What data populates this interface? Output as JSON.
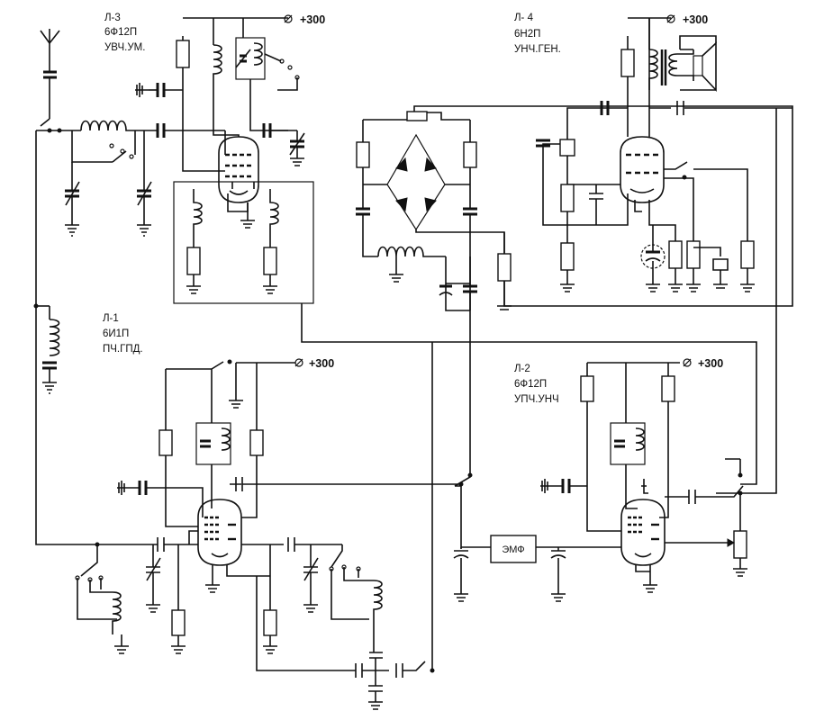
{
  "tubes": {
    "l3": {
      "name": "Л-3",
      "type": "6Ф12П",
      "role": "УВЧ.УМ."
    },
    "l4": {
      "name": "Л- 4",
      "type": "6Н2П",
      "role": "УНЧ.ГЕН."
    },
    "l1": {
      "name": "Л-1",
      "type": "6И1П",
      "role": "ПЧ.ГПД."
    },
    "l2": {
      "name": "Л-2",
      "type": "6Ф12П",
      "role": "УПЧ.УНЧ"
    }
  },
  "supply": {
    "top_left": "+300",
    "top_right": "+300",
    "mid_left": "+300",
    "mid_right": "+300"
  },
  "filter_label": "ЭМФ",
  "icons": [
    "antenna-icon",
    "speaker-icon",
    "transformer-icon",
    "diode-bridge-icon",
    "microphone-icon",
    "ground-icon",
    "terminal-icon"
  ]
}
